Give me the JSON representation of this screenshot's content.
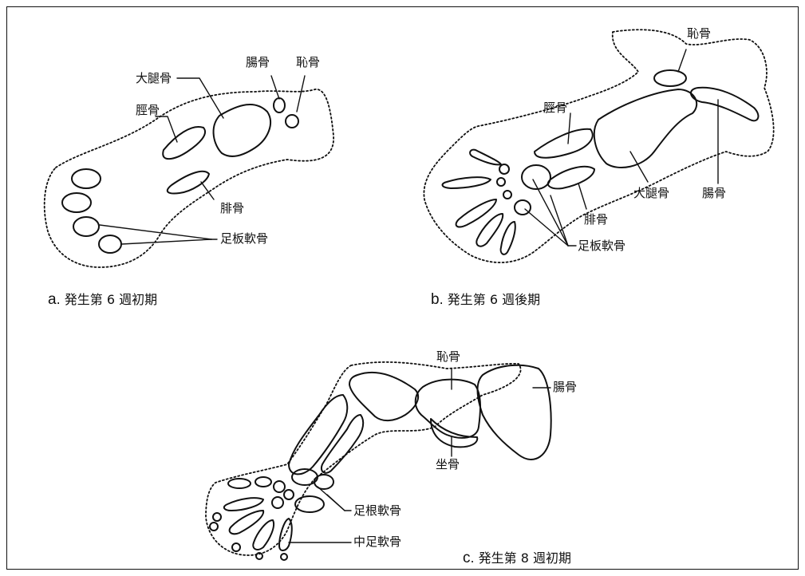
{
  "figure": {
    "panel_a": {
      "letter": "a",
      "caption": ". 発生第 6 週初期",
      "labels": {
        "ilium": "腸骨",
        "pubis": "恥骨",
        "femur": "大腿骨",
        "tibia": "脛骨",
        "fibula": "腓骨",
        "tarsal": "足板軟骨"
      }
    },
    "panel_b": {
      "letter": "b",
      "caption": ". 発生第 6 週後期",
      "labels": {
        "pubis": "恥骨",
        "tibia": "脛骨",
        "femur": "大腿骨",
        "ilium": "腸骨",
        "fibula": "腓骨",
        "tarsal": "足板軟骨"
      }
    },
    "panel_c": {
      "letter": "c",
      "caption": ". 発生第 8 週初期",
      "labels": {
        "pubis": "恥骨",
        "ilium": "腸骨",
        "ischium": "坐骨",
        "tarsal": "足根軟骨",
        "metatarsal": "中足軟骨"
      }
    },
    "colors": {
      "ink": "#111111",
      "background": "#ffffff"
    }
  }
}
